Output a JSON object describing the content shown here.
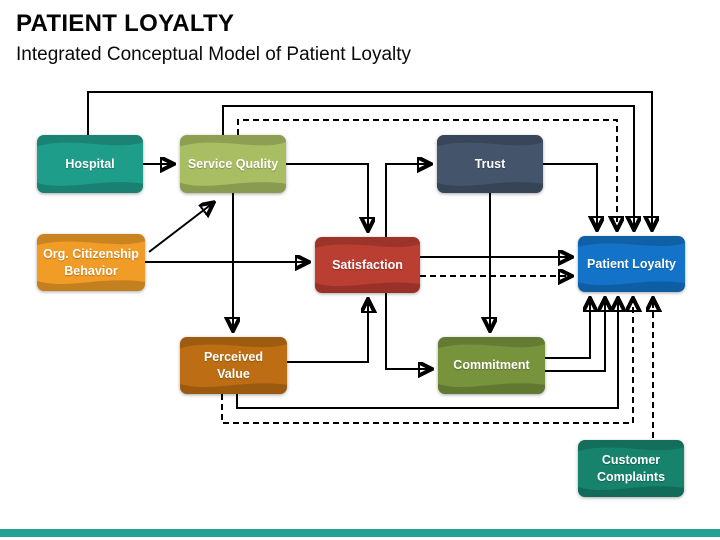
{
  "title": "PATIENT LOYALTY",
  "subtitle": "Integrated Conceptual Model of Patient Loyalty",
  "diagram": {
    "nodes": {
      "hospital": {
        "label": "Hospital",
        "color": "#1F9D8B"
      },
      "service_quality": {
        "label": "Service Quality",
        "color": "#A9BE63"
      },
      "org_citizenship": {
        "label": "Org. Citizenship Behavior",
        "color": "#F09C27"
      },
      "satisfaction": {
        "label": "Satisfaction",
        "color": "#BA3E32"
      },
      "trust": {
        "label": "Trust",
        "color": "#44546A"
      },
      "perceived_value": {
        "label": "Perceived Value",
        "color": "#BD6E14"
      },
      "commitment": {
        "label": "Commitment",
        "color": "#77933C"
      },
      "patient_loyalty": {
        "label": "Patient Loyalty",
        "color": "#1273C8"
      },
      "customer_complaints": {
        "label": "Customer Complaints",
        "color": "#17836C"
      }
    },
    "edges": [
      {
        "from": "hospital",
        "to": "service_quality",
        "style": "solid"
      },
      {
        "from": "hospital",
        "to": "patient_loyalty",
        "style": "solid"
      },
      {
        "from": "service_quality",
        "to": "patient_loyalty",
        "style": "solid"
      },
      {
        "from": "service_quality",
        "to": "patient_loyalty",
        "style": "dashed"
      },
      {
        "from": "service_quality",
        "to": "satisfaction",
        "style": "solid"
      },
      {
        "from": "service_quality",
        "to": "perceived_value",
        "style": "solid"
      },
      {
        "from": "org_citizenship",
        "to": "service_quality",
        "style": "solid"
      },
      {
        "from": "org_citizenship",
        "to": "satisfaction",
        "style": "solid"
      },
      {
        "from": "satisfaction",
        "to": "trust",
        "style": "solid"
      },
      {
        "from": "satisfaction",
        "to": "patient_loyalty",
        "style": "solid"
      },
      {
        "from": "satisfaction",
        "to": "patient_loyalty",
        "style": "dashed"
      },
      {
        "from": "satisfaction",
        "to": "commitment",
        "style": "solid"
      },
      {
        "from": "trust",
        "to": "patient_loyalty",
        "style": "solid"
      },
      {
        "from": "trust",
        "to": "commitment",
        "style": "solid"
      },
      {
        "from": "perceived_value",
        "to": "satisfaction",
        "style": "solid"
      },
      {
        "from": "perceived_value",
        "to": "patient_loyalty",
        "style": "solid"
      },
      {
        "from": "perceived_value",
        "to": "patient_loyalty",
        "style": "dashed"
      },
      {
        "from": "commitment",
        "to": "patient_loyalty",
        "style": "solid"
      },
      {
        "from": "customer_complaints",
        "to": "patient_loyalty",
        "style": "dashed"
      }
    ]
  },
  "footer": {
    "bar_color": "#26A295"
  }
}
